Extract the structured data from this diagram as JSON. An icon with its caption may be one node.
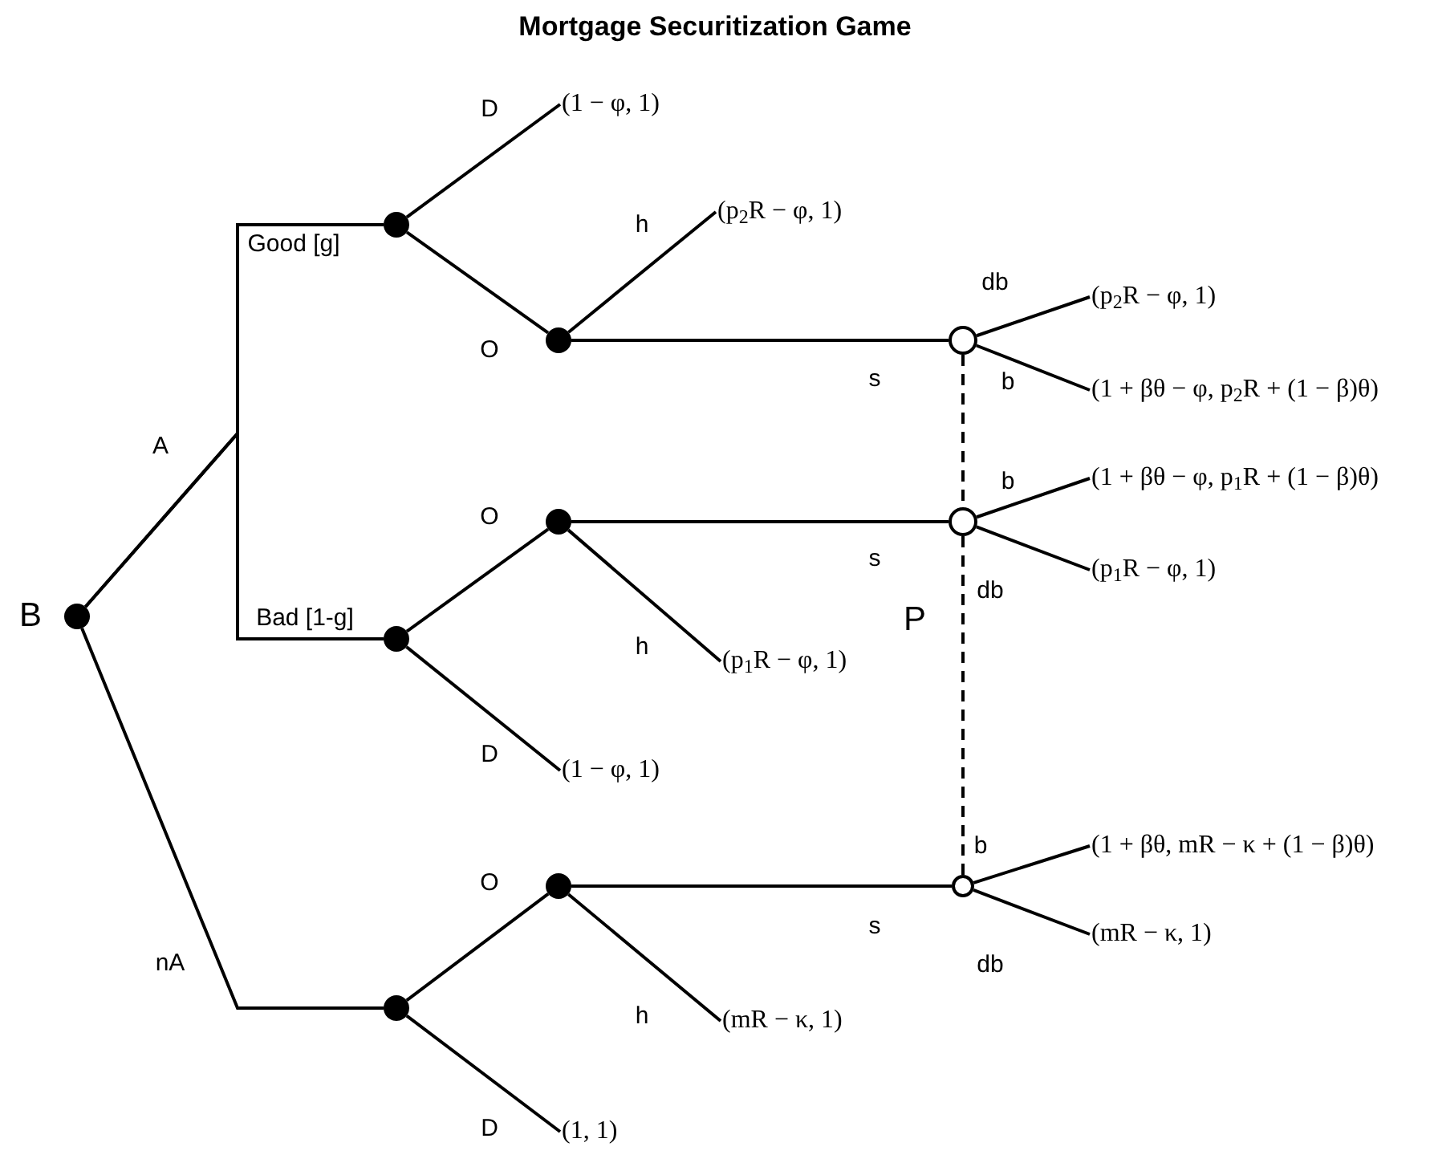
{
  "diagram": {
    "title": "Mortgage Securitization Game",
    "nodes": [
      {
        "text": [],
        "shape": "circle",
        "beside": [
          "B"
        ]
      },
      {
        "text": [],
        "shape": "circle"
      },
      {
        "text": [],
        "shape": "circle"
      },
      {
        "text": [],
        "shape": "circle"
      },
      {
        "text": [],
        "shape": "circle"
      },
      {
        "text": [],
        "shape": "circle"
      },
      {
        "text": [],
        "shape": "circle"
      },
      {
        "text": [],
        "shape": "circle"
      },
      {
        "text": [],
        "shape": "circle"
      },
      {
        "text": [],
        "shape": "circle"
      },
      {
        "text": [
          "(1 − φ, 1)"
        ]
      },
      {
        "text": [
          "(p$_{2}$R − φ, 1)"
        ]
      },
      {
        "text": [
          "(p$_{2}$R − φ, 1)"
        ]
      },
      {
        "text": [
          "(1 + βθ − φ, p$_{2}$R + (1 − β)θ)"
        ]
      },
      {
        "text": [
          "(1 + βθ − φ, p$_{1}$R + (1 − β)θ)"
        ]
      },
      {
        "text": [
          "(p$_{1}$R − φ, 1)"
        ]
      },
      {
        "text": [
          "(p$_{1}$R − φ, 1)"
        ]
      },
      {
        "text": [
          "(1 − φ, 1)"
        ]
      },
      {
        "text": [
          "(1 + βθ, mR − κ + (1 − β)θ)"
        ]
      },
      {
        "text": [
          "(mR − κ, 1)"
        ]
      },
      {
        "text": [
          "(mR − κ, 1)"
        ]
      },
      {
        "text": [
          "(1, 1)"
        ]
      }
    ],
    "edges": [
      {
        "from": 0,
        "to": 1,
        "arrow": "none",
        "label": "Good [g]"
      },
      {
        "from": 0,
        "to": 2,
        "arrow": "none",
        "label": "Bad [1-g]"
      },
      {
        "from": 0,
        "to": 3,
        "arrow": "none",
        "label": "nA"
      },
      {
        "from": 1,
        "to": 10,
        "arrow": "none",
        "label": "D"
      },
      {
        "from": 1,
        "to": 4,
        "arrow": "none",
        "label": "O"
      },
      {
        "from": 4,
        "to": 11,
        "arrow": "none",
        "label": "h"
      },
      {
        "from": 4,
        "to": 7,
        "arrow": "none",
        "label": "s"
      },
      {
        "from": 7,
        "to": 12,
        "arrow": "none",
        "label": "db"
      },
      {
        "from": 7,
        "to": 13,
        "arrow": "none",
        "label": "b"
      },
      {
        "from": 2,
        "to": 5,
        "arrow": "none",
        "label": "O"
      },
      {
        "from": 2,
        "to": 17,
        "arrow": "none",
        "label": "D"
      },
      {
        "from": 5,
        "to": 16,
        "arrow": "none",
        "label": "h"
      },
      {
        "from": 5,
        "to": 8,
        "arrow": "none",
        "label": "s"
      },
      {
        "from": 8,
        "to": 14,
        "arrow": "none",
        "label": "b"
      },
      {
        "from": 8,
        "to": 15,
        "arrow": "none",
        "label": "db"
      },
      {
        "from": 3,
        "to": 6,
        "arrow": "none",
        "label": "O"
      },
      {
        "from": 3,
        "to": 21,
        "arrow": "none",
        "label": "D"
      },
      {
        "from": 6,
        "to": 20,
        "arrow": "none",
        "label": "h"
      },
      {
        "from": 6,
        "to": 9,
        "arrow": "none",
        "label": "s"
      },
      {
        "from": 9,
        "to": 18,
        "arrow": "none",
        "label": "b"
      },
      {
        "from": 9,
        "to": 19,
        "arrow": "none",
        "label": "db"
      },
      {
        "from": 7,
        "to": 8,
        "arrow": "none",
        "style": "dashed"
      },
      {
        "from": 8,
        "to": 9,
        "arrow": "none",
        "style": "dashed"
      }
    ],
    "labels": [
      "A",
      "P"
    ]
  }
}
